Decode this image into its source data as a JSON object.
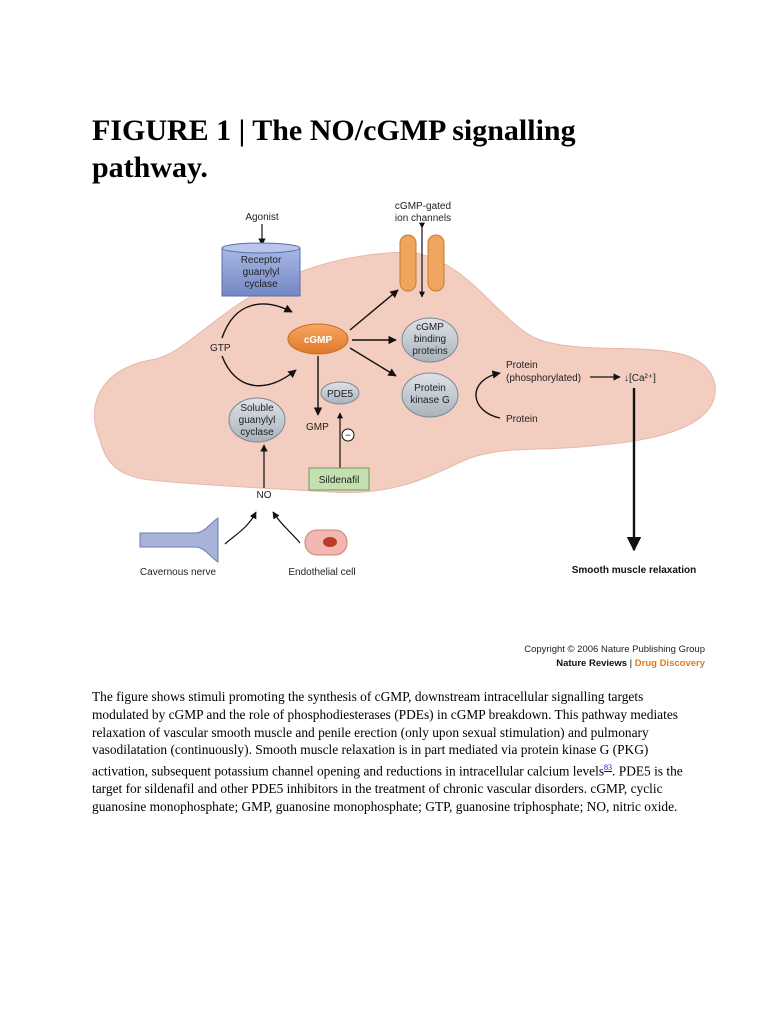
{
  "title": "FIGURE 1 | The NO/cGMP signalling pathway.",
  "figure": {
    "agonist": "Agonist",
    "receptor_gc": [
      "Receptor",
      "guanylyl",
      "cyclase"
    ],
    "cgmp_gated": [
      "cGMP-gated",
      "ion channels"
    ],
    "gtp": "GTP",
    "cgmp": "cGMP",
    "cgmp_binding": [
      "cGMP",
      "binding",
      "proteins"
    ],
    "pkg": [
      "Protein",
      "kinase G"
    ],
    "protein_phos": [
      "Protein",
      "(phosphorylated)"
    ],
    "ca_drop": "↓[Ca²⁺]",
    "protein": "Protein",
    "pde5": "PDE5",
    "gmp": "GMP",
    "inhibit": "−",
    "soluble_gc": [
      "Soluble",
      "guanylyl",
      "cyclase"
    ],
    "sildenafil": "Sildenafil",
    "no": "NO",
    "cavernous_nerve": "Cavernous nerve",
    "endothelial_cell": "Endothelial cell",
    "smooth_muscle": "Smooth muscle relaxation",
    "copyright": "Copyright © 2006 Nature Publishing Group",
    "journal_a": "Nature Reviews",
    "journal_sep": " | ",
    "journal_b": "Drug Discovery",
    "colors": {
      "cell": "#f3cdbf",
      "cgmp": "#ef8a3c",
      "receptor": "#8da0d4",
      "channel": "#f0a55e",
      "grey_node": "#bfc7cf",
      "sildenafil": "#c4dfb0",
      "nerve": "#a8b3da",
      "endothelial": "#f1b7b0",
      "journal_accent": "#e07b1a"
    }
  },
  "caption": {
    "text_a": "The figure shows stimuli promoting the synthesis of cGMP, downstream intracellular signalling targets modulated by cGMP and the role of phosphodiesterases (PDEs) in cGMP breakdown. This pathway mediates relaxation of vascular smooth muscle and penile erection (only upon sexual stimulation) and pulmonary vasodilatation (continuously). Smooth muscle relaxation is in part mediated via protein kinase G (PKG) activation, subsequent potassium channel opening and reductions in intracellular calcium levels",
    "ref": "83",
    "text_b": ". PDE5 is the target for sildenafil and other PDE5 inhibitors in the treatment of chronic vascular disorders. cGMP, cyclic guanosine monophosphate; GMP, guanosine monophosphate; GTP, guanosine triphosphate; NO, nitric oxide."
  }
}
